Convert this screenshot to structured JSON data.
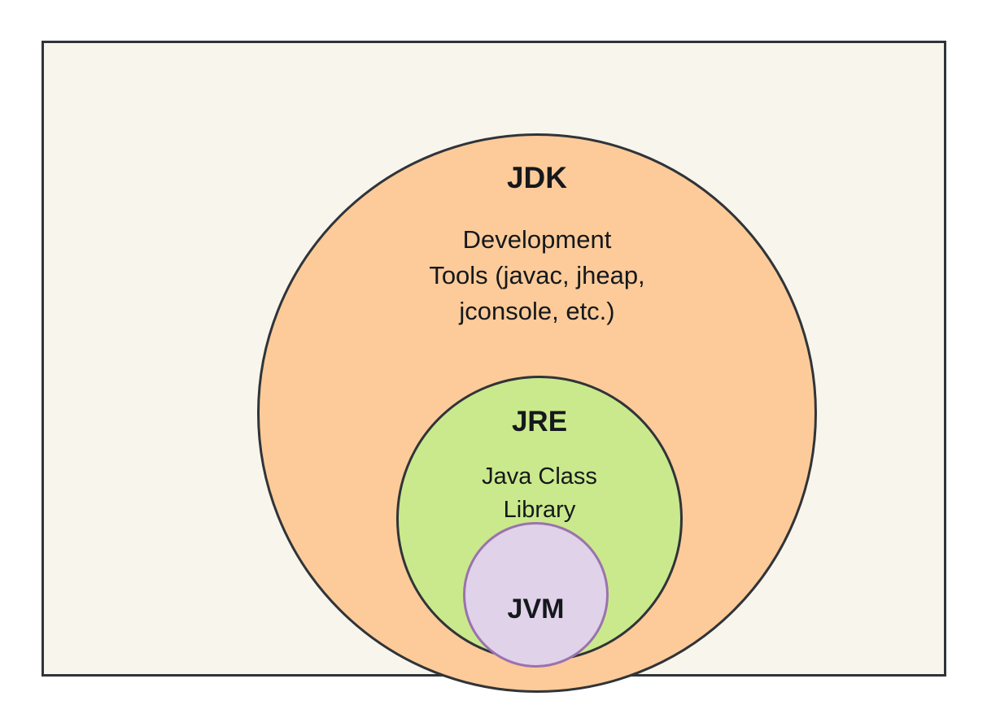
{
  "diagram": {
    "type": "nested-circles-venn",
    "background_color": "#ffffff",
    "frame": {
      "fill": "#f8f5ec",
      "border_color": "#303439"
    },
    "layers": [
      {
        "id": "jdk",
        "title": "JDK",
        "subtitle": "Development\nTools (javac, jheap,\njconsole, etc.)",
        "fill": "#fccb99",
        "stroke": "#303439"
      },
      {
        "id": "jre",
        "title": "JRE",
        "subtitle": "Java Class\nLibrary",
        "fill": "#cae98c",
        "stroke": "#303439"
      },
      {
        "id": "jvm",
        "title": "JVM",
        "subtitle": "",
        "fill": "#e0d2e9",
        "stroke": "#9b72ae"
      }
    ]
  }
}
